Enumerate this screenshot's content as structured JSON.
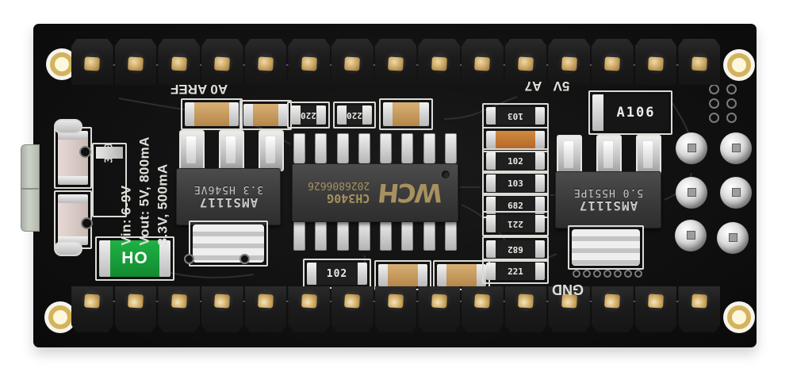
{
  "meta": {
    "description": "Bottom view photo of a black Arduino-Nano-compatible PCB with mini-USB, CH340G USB-serial chip and AMS1117 voltage regulators",
    "background_color": "#ffffff",
    "board_color": "#111111",
    "silkscreen_color": "#e0e0da"
  },
  "silkscreen": {
    "a0_aref": "A0 AREF",
    "top_right": "5V A7",
    "gnd": "GND",
    "power_spec_lines": [
      "Vin: 6-9V",
      "Vout: 5V, 800mA",
      "3.3V, 500mA"
    ]
  },
  "chips": {
    "regulator_3v3": {
      "line1": "AMS1117",
      "line2": "3.3 H546VE"
    },
    "usb_serial": {
      "logo": "WCH",
      "part": "CH340G",
      "serial": "2026806626"
    },
    "regulator_5v": {
      "line1": "AMS1117",
      "line2": "5.0 H551PE"
    }
  },
  "components": {
    "fuse_label": "A106",
    "green_component_label": "HO",
    "diode_label": "310",
    "top_row_resistors": [
      "220",
      "220"
    ],
    "bottom_resistor": "102",
    "resistor_column": [
      {
        "label": "103",
        "type": "resistor",
        "rotated": true
      },
      {
        "label": "",
        "type": "capacitor",
        "rotated": false
      },
      {
        "label": "102",
        "type": "resistor",
        "rotated": false
      },
      {
        "label": "103",
        "type": "resistor",
        "rotated": false
      },
      {
        "label": "682",
        "type": "resistor",
        "rotated": false
      },
      {
        "label": "221",
        "type": "resistor",
        "rotated": true
      },
      {
        "label": "682",
        "type": "resistor",
        "rotated": true
      },
      {
        "label": "221",
        "type": "resistor",
        "rotated": false
      }
    ]
  },
  "layout_counts": {
    "header_pins_per_row": 15,
    "ic_pins_per_side": 8
  },
  "colors": {
    "gold_pin": "#c9a25f",
    "solder_silver": "#d9d9d9",
    "green_fuse": "#18a33c",
    "orange_capacitor": "#c2762e",
    "tan_capacitor": "#c89a5e"
  }
}
